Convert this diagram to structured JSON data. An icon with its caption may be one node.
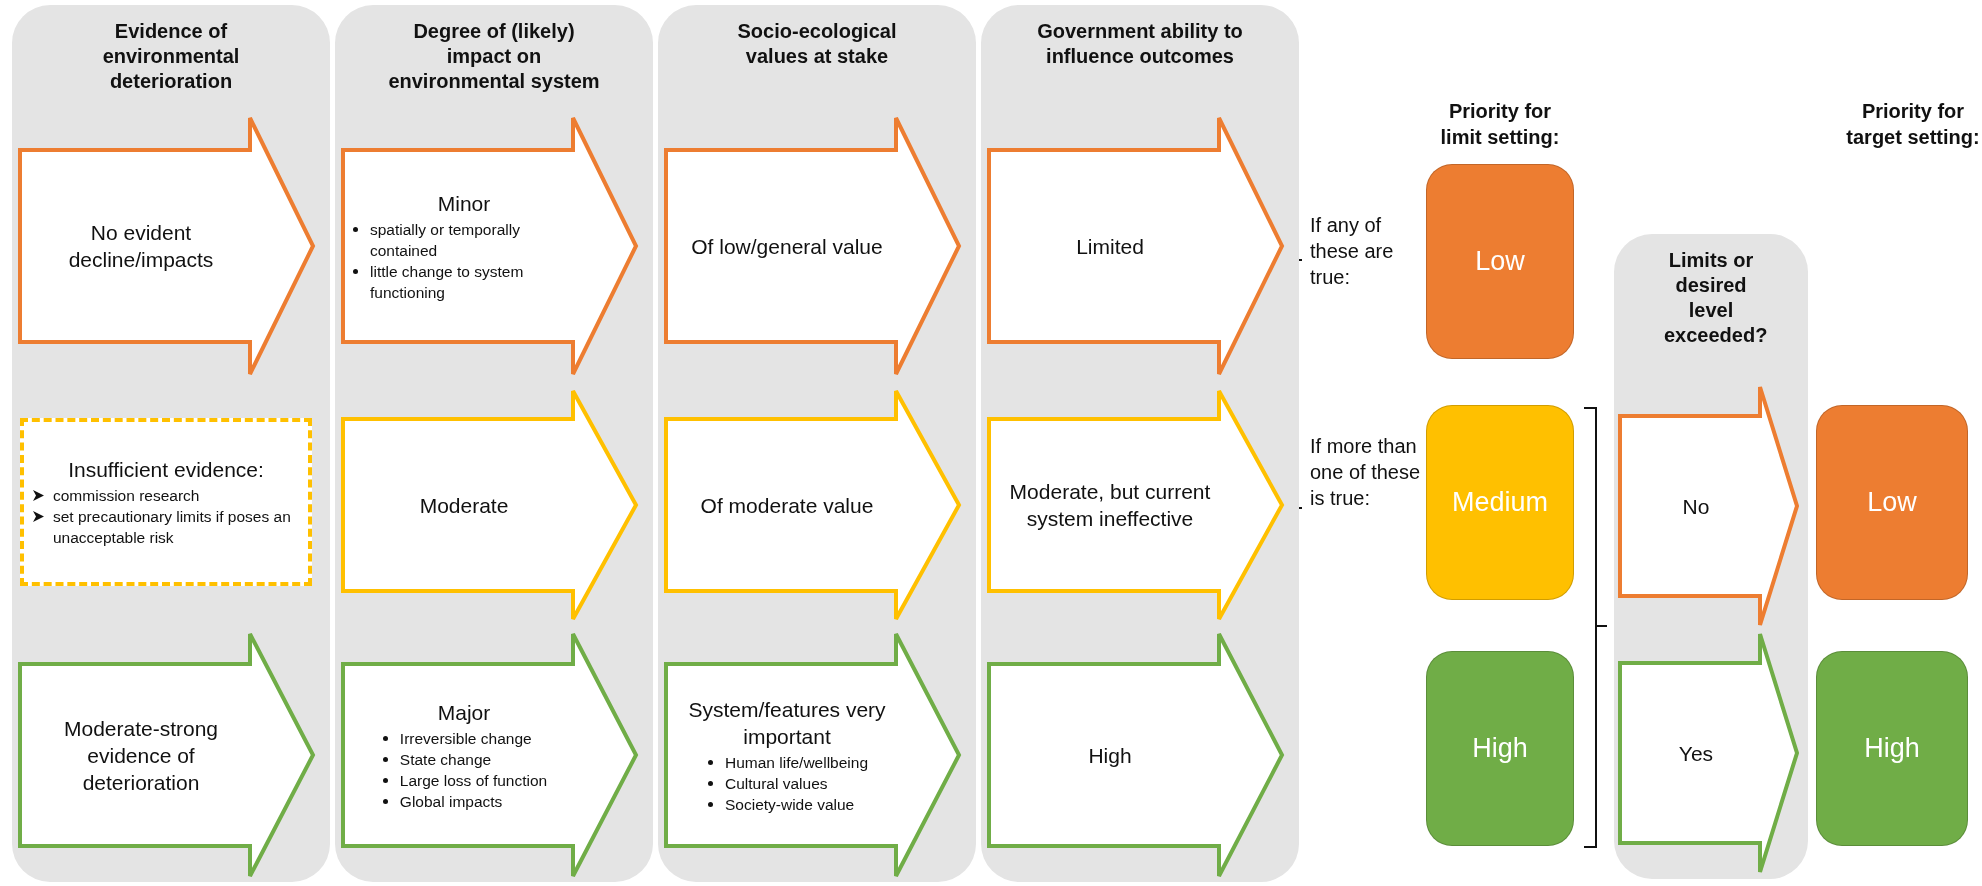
{
  "diagram": {
    "nodes": [
      {
        "text": [
          "Evidence of environmental deterioration"
        ]
      },
      {
        "text": [
          "No evident decline/impacts"
        ],
        "in": 0
      },
      {
        "text": [
          "Insufficient evidence:",
          "commission research",
          "set precautionary limits if poses an unacceptable risk"
        ],
        "in": 0
      },
      {
        "text": [
          "Moderate-strong evidence of deterioration"
        ],
        "in": 0
      },
      {
        "text": [
          "Degree of (likely) impact on environmental system"
        ]
      },
      {
        "text": [
          "Minor",
          "spatially or temporally contained",
          "little change to system functioning"
        ],
        "in": 4
      },
      {
        "text": [
          "Moderate"
        ],
        "in": 4
      },
      {
        "text": [
          "Major",
          "Irreversible change",
          "State change",
          "Large loss of function",
          "Global impacts"
        ],
        "in": 4
      },
      {
        "text": [
          "Socio-ecological values at stake"
        ]
      },
      {
        "text": [
          "Of low/general value"
        ],
        "in": 8
      },
      {
        "text": [
          "Of moderate value"
        ],
        "in": 8
      },
      {
        "text": [
          "System/features very important",
          "Human life/wellbeing",
          "Cultural values",
          "Society-wide value"
        ],
        "in": 8
      },
      {
        "text": [
          "Government ability to influence outcomes"
        ]
      },
      {
        "text": [
          "Limited"
        ],
        "in": 12
      },
      {
        "text": [
          "Moderate, but current system ineffective"
        ],
        "in": 12
      },
      {
        "text": [
          "High"
        ],
        "in": 12
      },
      {
        "text": [
          "Low"
        ]
      },
      {
        "text": [
          "Medium"
        ]
      },
      {
        "text": [
          "High"
        ]
      },
      {
        "text": [
          "Limits or desired level exceeded?"
        ]
      },
      {
        "text": [
          "No"
        ],
        "in": 19
      },
      {
        "text": [
          "Yes"
        ],
        "in": 19
      },
      {
        "text": [
          "Low"
        ]
      },
      {
        "text": [
          "High"
        ]
      }
    ],
    "labels": [
      "Priority for limit setting:",
      "Priority for target setting:",
      "If any of these are true:",
      "If more than one of these is true:"
    ]
  }
}
